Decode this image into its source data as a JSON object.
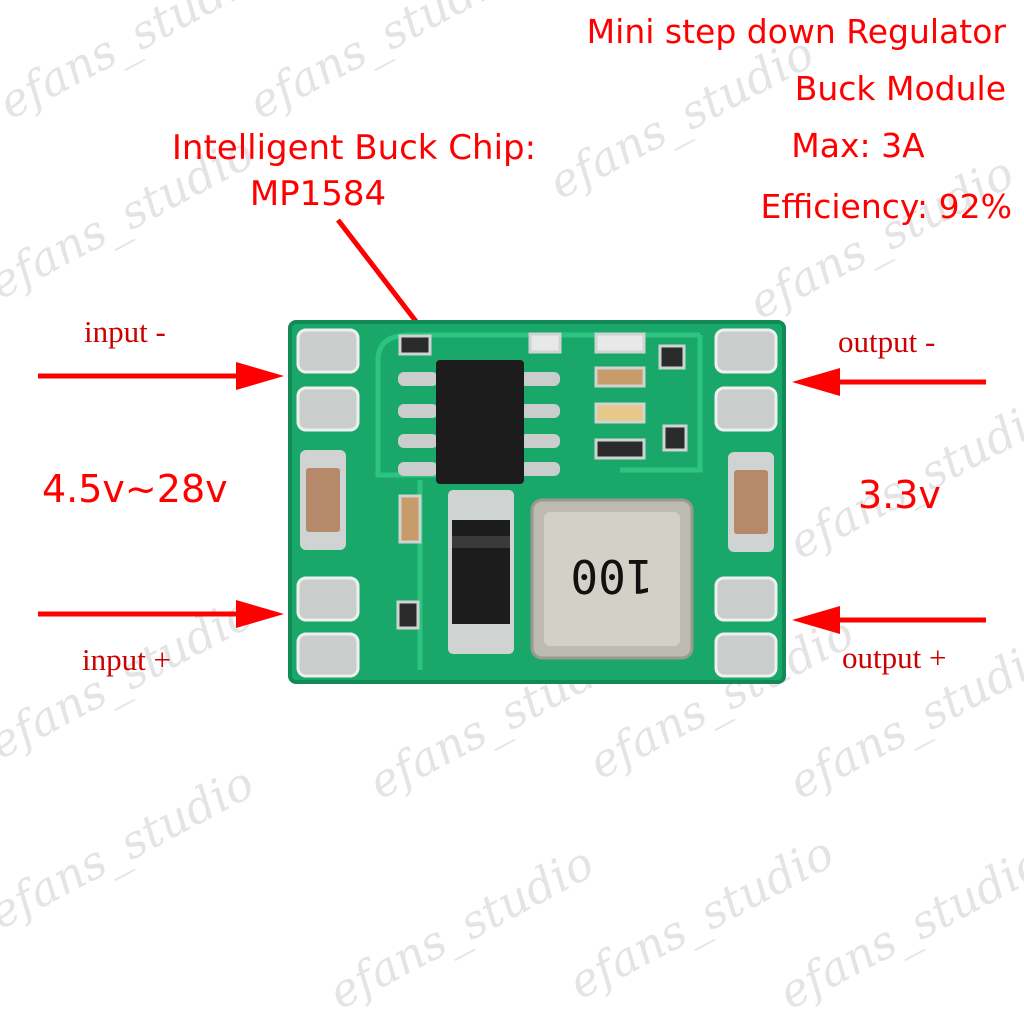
{
  "header": {
    "line1": "Mini step down Regulator",
    "line2": "Buck Module",
    "line3": "Max: 3A",
    "line4": "Efficiency: 92%"
  },
  "chip_label": {
    "line1": "Intelligent Buck Chip:",
    "line2": "MP1584"
  },
  "input": {
    "minus_label": "input -",
    "plus_label": "input +",
    "voltage": "4.5v~28v"
  },
  "output": {
    "minus_label": "output -",
    "plus_label": "output +",
    "voltage": "3.3v"
  },
  "inductor_marking": "100",
  "watermark": "efans_studio",
  "colors": {
    "annotation_red": "#ff0000",
    "pcb_green": "#1aa86a",
    "pad_silver": "#c9cdcc"
  }
}
